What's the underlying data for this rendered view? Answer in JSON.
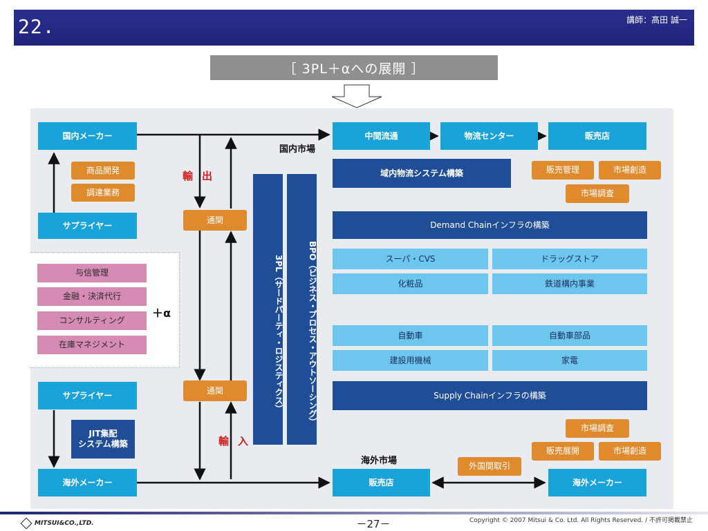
{
  "header": {
    "slide_number": "22.",
    "lecturer": "講師：髙田 誠一"
  },
  "subtitle": "［ 3PL＋αへの展開 ］",
  "labels": {
    "domestic_market": "国内市場",
    "overseas_market": "海外市場",
    "export_char1": "輸",
    "export_char2": "出",
    "import_char1": "輸",
    "import_char2": "入",
    "plus_alpha": "＋α"
  },
  "left": {
    "domestic_maker": "国内メーカー",
    "product_dev": "商品開発",
    "procurement": "調達業務",
    "supplier_top": "サプライヤー",
    "supplier_bottom": "サプライヤー",
    "jit": "JIT集配\nシステム構築",
    "overseas_maker": "海外メーカー",
    "customs_top": "通関",
    "customs_bottom": "通関"
  },
  "plus_services": [
    "与信管理",
    "金融・決済代行",
    "コンサルティング",
    "在庫マネジメント"
  ],
  "vertical_bars": {
    "threepl": "3PL（サードパーティ・ロジスティクス）",
    "bpo": "BPO（ビジネス・プロセス・アウトソーシング）"
  },
  "right": {
    "wholesale": "中間流通",
    "logistics_center": "物流センター",
    "retailer_top": "販売店",
    "regional_logistics": "域内物流システム構築",
    "sales_mgmt": "販売管理",
    "market_creation_top": "市場創造",
    "market_research_top": "市場調査",
    "demand_chain": "Demand Chainインフラの構築",
    "supply_chain": "Supply Chainインフラの構築",
    "retailer_bottom": "販売店",
    "overseas_maker_right": "海外メーカー",
    "foreign_trade": "外国間取引",
    "market_research_bottom": "市場調査",
    "sales_expansion": "販売展開",
    "market_creation_bottom": "市場創造"
  },
  "industries": {
    "row1": [
      "スーパ・CVS",
      "ドラッグストア"
    ],
    "row2": [
      "化粧品",
      "鉄道構内事業"
    ],
    "row3": [
      "自動車",
      "自動車部品"
    ],
    "row4": [
      "建設用機械",
      "家電"
    ]
  },
  "footer": {
    "page": "－27－",
    "copyright": "Copyright © 2007 Mitsui & Co. Ltd. All Rights Reserved. / 不許可掲載禁止",
    "company": "MITSUI&CO.,LTD."
  },
  "colors": {
    "header": "#1f237a",
    "teal": "#1aa3d8",
    "navy": "#1f4e96",
    "light_blue": "#6cc6ee",
    "orange": "#e08a2e",
    "pink": "#d58bb4",
    "red": "#d41e1e"
  }
}
